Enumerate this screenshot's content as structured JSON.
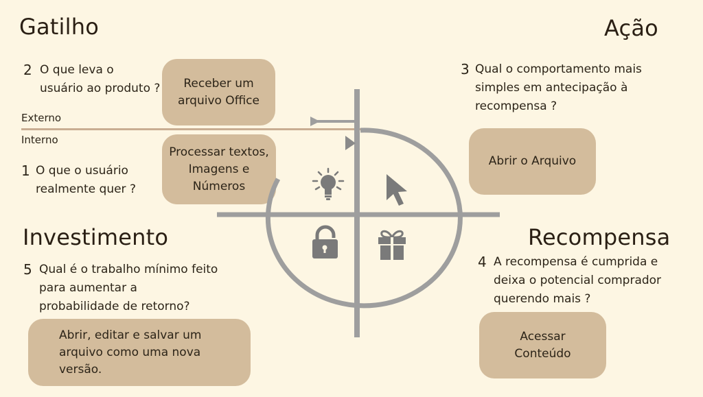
{
  "quadrants": {
    "trigger": {
      "title": "Gatilho",
      "q2_number": "2",
      "q2_text": "O que leva o\nusuário ao produto ?",
      "external_label": "Externo",
      "internal_label": "Interno",
      "q1_number": "1",
      "q1_text": "O que o usuário\nrealmente quer ?",
      "box_external": "Receber um\narquivo Office",
      "box_internal": "Processar textos,\nImagens e\nNúmeros"
    },
    "action": {
      "title": "Ação",
      "q_number": "3",
      "q_text": "Qual o comportamento mais\nsimples em antecipação à\nrecompensa ?",
      "box": "Abrir o Arquivo"
    },
    "investment": {
      "title": "Investimento",
      "q_number": "5",
      "q_text": "Qual é o trabalho mínimo feito\npara aumentar a\nprobabilidade de retorno?",
      "box": "Abrir, editar e salvar um\narquivo como uma nova\nversão."
    },
    "reward": {
      "title": "Recompensa",
      "q_number": "4",
      "q_text": "A recompensa é cumprida e\ndeixa o potencial comprador\nquerendo mais ?",
      "box": "Acessar\nConteúdo"
    }
  },
  "icons": [
    "lightbulb-icon",
    "cursor-icon",
    "lock-icon",
    "gift-icon"
  ],
  "colors": {
    "background": "#fdf6e3",
    "box": "#d3bc9c",
    "diagram": "#9e9e9e",
    "divider": "#c9ad92"
  }
}
